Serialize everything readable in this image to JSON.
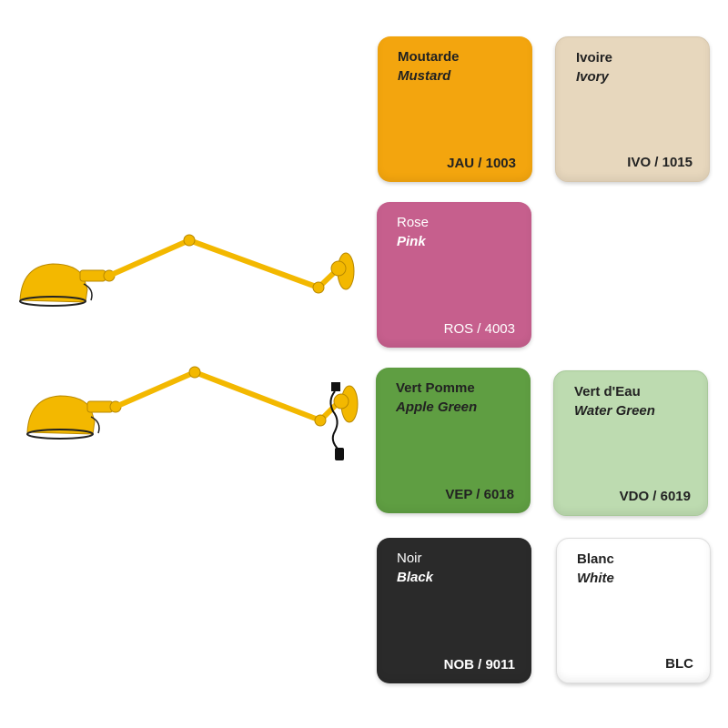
{
  "colors": {
    "lamp_yellow": "#f3b800",
    "mustard": "#f3a50e",
    "ivory": "#e7d7bd",
    "pink": "#c65f8d",
    "apple_green": "#5f9e42",
    "water_green": "#bddbb0",
    "black": "#2a2a2a",
    "white": "#ffffff"
  },
  "lamps": {
    "icons": [
      "wall-lamp-icon",
      "wall-lamp-with-plug-icon"
    ]
  },
  "swatches": [
    {
      "fr": "Moutarde",
      "en": "Mustard",
      "code": "JAU / 1003"
    },
    {
      "fr": "Ivoire",
      "en": "Ivory",
      "code": "IVO / 1015"
    },
    {
      "fr": "Rose",
      "en": "Pink",
      "code": "ROS / 4003"
    },
    {
      "fr": "Vert Pomme",
      "en": "Apple Green",
      "code": "VEP / 6018"
    },
    {
      "fr": "Vert d'Eau",
      "en": "Water Green",
      "code": "VDO / 6019"
    },
    {
      "fr": "Noir",
      "en": "Black",
      "code": "NOB / 9011"
    },
    {
      "fr": "Blanc",
      "en": "White",
      "code": "BLC"
    }
  ]
}
